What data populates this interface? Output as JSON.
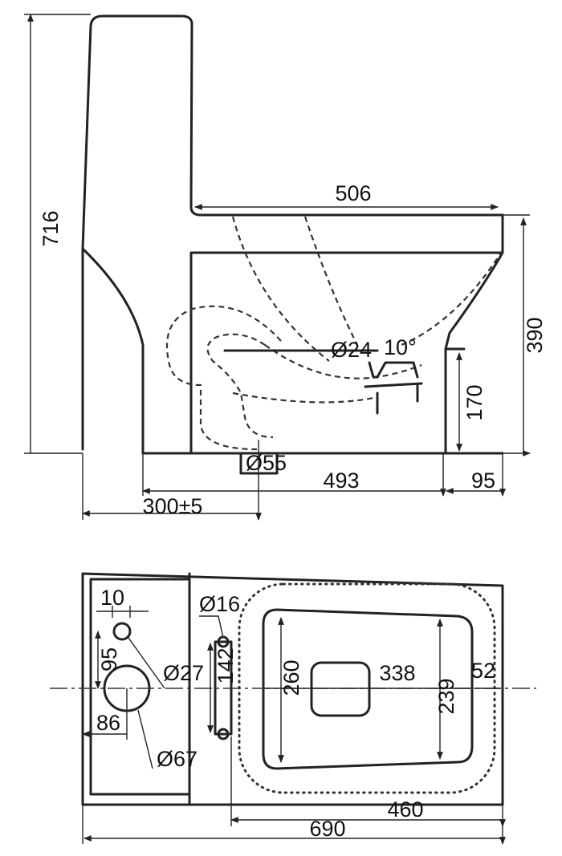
{
  "side_view": {
    "total_height": "716",
    "bowl_length": "506",
    "seat_height": "390",
    "outlet_height": "170",
    "inlet_diameter": "Ø24",
    "inlet_angle": "10°",
    "outlet_diameter": "Ø55",
    "bowl_base_length": "493",
    "front_overhang": "95",
    "rough_in": "300±5"
  },
  "top_view": {
    "offset_10": "10",
    "offset_95": "95",
    "hole_small": "Ø27",
    "offset_86": "86",
    "hole_large": "Ø67",
    "bolt_diameter": "Ø16",
    "bolt_spacing": "142",
    "seat_width_260": "260",
    "seat_length_338": "338",
    "seat_width_239": "239",
    "front_52": "52",
    "bowl_460": "460",
    "total_length": "690"
  }
}
